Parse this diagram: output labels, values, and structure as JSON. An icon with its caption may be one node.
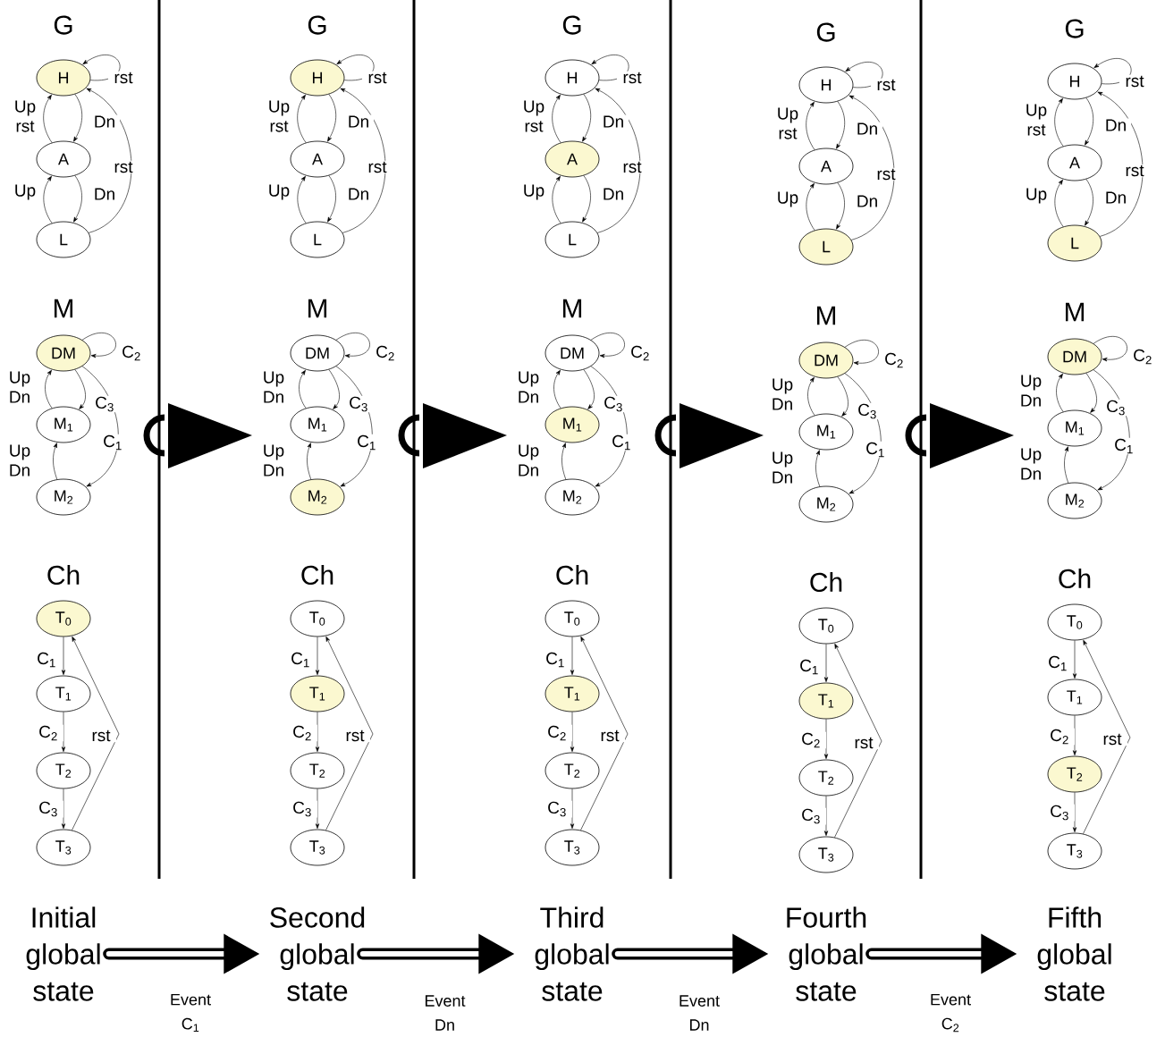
{
  "diagram": {
    "nodes": [
      {
        "text": [
          "H"
        ]
      },
      {
        "text": [
          "A"
        ]
      },
      {
        "text": [
          "L"
        ]
      },
      {
        "text": [
          "DM"
        ]
      },
      {
        "text": [
          "M$_{1}$"
        ]
      },
      {
        "text": [
          "M$_{2}$"
        ]
      },
      {
        "text": [
          "T$_{0}$"
        ]
      },
      {
        "text": [
          "T$_{1}$"
        ]
      },
      {
        "text": [
          "T$_{2}$"
        ]
      },
      {
        "text": [
          "T$_{3}$"
        ]
      },
      {
        "text": [
          "H"
        ]
      },
      {
        "text": [
          "A"
        ]
      },
      {
        "text": [
          "L"
        ]
      },
      {
        "text": [
          "DM"
        ]
      },
      {
        "text": [
          "M$_{1}$"
        ]
      },
      {
        "text": [
          "M$_{2}$"
        ]
      },
      {
        "text": [
          "T$_{0}$"
        ]
      },
      {
        "text": [
          "T$_{1}$"
        ]
      },
      {
        "text": [
          "T$_{2}$"
        ]
      },
      {
        "text": [
          "T$_{3}$"
        ]
      },
      {
        "text": [
          "H"
        ]
      },
      {
        "text": [
          "A"
        ]
      },
      {
        "text": [
          "L"
        ]
      },
      {
        "text": [
          "DM"
        ]
      },
      {
        "text": [
          "M$_{1}$"
        ]
      },
      {
        "text": [
          "M$_{2}$"
        ]
      },
      {
        "text": [
          "T$_{0}$"
        ]
      },
      {
        "text": [
          "T$_{1}$"
        ]
      },
      {
        "text": [
          "T$_{2}$"
        ]
      },
      {
        "text": [
          "T$_{3}$"
        ]
      },
      {
        "text": [
          "H"
        ]
      },
      {
        "text": [
          "A"
        ]
      },
      {
        "text": [
          "L"
        ]
      },
      {
        "text": [
          "DM"
        ]
      },
      {
        "text": [
          "M$_{1}$"
        ]
      },
      {
        "text": [
          "M$_{2}$"
        ]
      },
      {
        "text": [
          "T$_{0}$"
        ]
      },
      {
        "text": [
          "T$_{1}$"
        ]
      },
      {
        "text": [
          "T$_{2}$"
        ]
      },
      {
        "text": [
          "T$_{3}$"
        ]
      },
      {
        "text": [
          "H"
        ]
      },
      {
        "text": [
          "A"
        ]
      },
      {
        "text": [
          "L"
        ]
      },
      {
        "text": [
          "DM"
        ]
      },
      {
        "text": [
          "M$_{1}$"
        ]
      },
      {
        "text": [
          "M$_{2}$"
        ]
      },
      {
        "text": [
          "T$_{0}$"
        ]
      },
      {
        "text": [
          "T$_{1}$"
        ]
      },
      {
        "text": [
          "T$_{2}$"
        ]
      },
      {
        "text": [
          "T$_{3}$"
        ]
      },
      {
        "text": [
          "Initial global state"
        ]
      },
      {
        "text": [
          "Second global state"
        ]
      },
      {
        "text": [
          "Third global state"
        ]
      },
      {
        "text": [
          "Fourth global state"
        ]
      },
      {
        "text": [
          "Fifth global state"
        ]
      }
    ],
    "edges": [
      {
        "from": 0,
        "to": 0,
        "arrow": "to",
        "label": "rst"
      },
      {
        "from": 1,
        "to": 0,
        "arrow": "to",
        "label": "Up rst"
      },
      {
        "from": 0,
        "to": 1,
        "arrow": "to",
        "label": "Dn"
      },
      {
        "from": 2,
        "to": 1,
        "arrow": "to",
        "label": "Up"
      },
      {
        "from": 1,
        "to": 2,
        "arrow": "to",
        "label": "Dn"
      },
      {
        "from": 2,
        "to": 0,
        "arrow": "to",
        "label": "rst"
      },
      {
        "from": 3,
        "to": 3,
        "arrow": "to",
        "label": "C$_{2}$"
      },
      {
        "from": 4,
        "to": 3,
        "arrow": "to",
        "label": "Up Dn"
      },
      {
        "from": 3,
        "to": 4,
        "arrow": "to",
        "label": "C$_{3}$"
      },
      {
        "from": 5,
        "to": 4,
        "arrow": "to",
        "label": "Up Dn"
      },
      {
        "from": 3,
        "to": 5,
        "arrow": "to",
        "label": "C$_{1}$"
      },
      {
        "from": 6,
        "to": 7,
        "arrow": "to",
        "label": "C$_{1}$"
      },
      {
        "from": 7,
        "to": 8,
        "arrow": "to",
        "label": "C$_{2}$"
      },
      {
        "from": 8,
        "to": 9,
        "arrow": "to",
        "label": "C$_{3}$"
      },
      {
        "from": 9,
        "to": 6,
        "arrow": "to",
        "label": "rst"
      },
      {
        "from": 10,
        "to": 10,
        "arrow": "to",
        "label": "rst"
      },
      {
        "from": 11,
        "to": 10,
        "arrow": "to",
        "label": "Up rst"
      },
      {
        "from": 10,
        "to": 11,
        "arrow": "to",
        "label": "Dn"
      },
      {
        "from": 12,
        "to": 11,
        "arrow": "to",
        "label": "Up"
      },
      {
        "from": 11,
        "to": 12,
        "arrow": "to",
        "label": "Dn"
      },
      {
        "from": 12,
        "to": 10,
        "arrow": "to",
        "label": "rst"
      },
      {
        "from": 13,
        "to": 13,
        "arrow": "to",
        "label": "C$_{2}$"
      },
      {
        "from": 14,
        "to": 13,
        "arrow": "to",
        "label": "Up Dn"
      },
      {
        "from": 13,
        "to": 14,
        "arrow": "to",
        "label": "C$_{3}$"
      },
      {
        "from": 15,
        "to": 14,
        "arrow": "to",
        "label": "Up Dn"
      },
      {
        "from": 13,
        "to": 15,
        "arrow": "to",
        "label": "C$_{1}$"
      },
      {
        "from": 16,
        "to": 17,
        "arrow": "to",
        "label": "C$_{1}$"
      },
      {
        "from": 17,
        "to": 18,
        "arrow": "to",
        "label": "C$_{2}$"
      },
      {
        "from": 18,
        "to": 19,
        "arrow": "to",
        "label": "C$_{3}$"
      },
      {
        "from": 19,
        "to": 16,
        "arrow": "to",
        "label": "rst"
      },
      {
        "from": 20,
        "to": 20,
        "arrow": "to",
        "label": "rst"
      },
      {
        "from": 21,
        "to": 20,
        "arrow": "to",
        "label": "Up rst"
      },
      {
        "from": 20,
        "to": 21,
        "arrow": "to",
        "label": "Dn"
      },
      {
        "from": 22,
        "to": 21,
        "arrow": "to",
        "label": "Up"
      },
      {
        "from": 21,
        "to": 22,
        "arrow": "to",
        "label": "Dn"
      },
      {
        "from": 22,
        "to": 20,
        "arrow": "to",
        "label": "rst"
      },
      {
        "from": 23,
        "to": 23,
        "arrow": "to",
        "label": "C$_{2}$"
      },
      {
        "from": 24,
        "to": 23,
        "arrow": "to",
        "label": "Up Dn"
      },
      {
        "from": 23,
        "to": 24,
        "arrow": "to",
        "label": "C$_{3}$"
      },
      {
        "from": 25,
        "to": 24,
        "arrow": "to",
        "label": "Up Dn"
      },
      {
        "from": 23,
        "to": 25,
        "arrow": "to",
        "label": "C$_{1}$"
      },
      {
        "from": 26,
        "to": 27,
        "arrow": "to",
        "label": "C$_{1}$"
      },
      {
        "from": 27,
        "to": 28,
        "arrow": "to",
        "label": "C$_{2}$"
      },
      {
        "from": 28,
        "to": 29,
        "arrow": "to",
        "label": "C$_{3}$"
      },
      {
        "from": 29,
        "to": 26,
        "arrow": "to",
        "label": "rst"
      },
      {
        "from": 30,
        "to": 30,
        "arrow": "to",
        "label": "rst"
      },
      {
        "from": 31,
        "to": 30,
        "arrow": "to",
        "label": "Up rst"
      },
      {
        "from": 30,
        "to": 31,
        "arrow": "to",
        "label": "Dn"
      },
      {
        "from": 32,
        "to": 31,
        "arrow": "to",
        "label": "Up"
      },
      {
        "from": 31,
        "to": 32,
        "arrow": "to",
        "label": "Dn"
      },
      {
        "from": 32,
        "to": 30,
        "arrow": "to",
        "label": "rst"
      },
      {
        "from": 33,
        "to": 33,
        "arrow": "to",
        "label": "C$_{2}$"
      },
      {
        "from": 34,
        "to": 33,
        "arrow": "to",
        "label": "Up Dn"
      },
      {
        "from": 33,
        "to": 34,
        "arrow": "to",
        "label": "C$_{3}$"
      },
      {
        "from": 35,
        "to": 34,
        "arrow": "to",
        "label": "Up Dn"
      },
      {
        "from": 33,
        "to": 35,
        "arrow": "to",
        "label": "C$_{1}$"
      },
      {
        "from": 36,
        "to": 37,
        "arrow": "to",
        "label": "C$_{1}$"
      },
      {
        "from": 37,
        "to": 38,
        "arrow": "to",
        "label": "C$_{2}$"
      },
      {
        "from": 38,
        "to": 39,
        "arrow": "to",
        "label": "C$_{3}$"
      },
      {
        "from": 39,
        "to": 36,
        "arrow": "to",
        "label": "rst"
      },
      {
        "from": 40,
        "to": 40,
        "arrow": "to",
        "label": "rst"
      },
      {
        "from": 41,
        "to": 40,
        "arrow": "to",
        "label": "Up rst"
      },
      {
        "from": 40,
        "to": 41,
        "arrow": "to",
        "label": "Dn"
      },
      {
        "from": 42,
        "to": 41,
        "arrow": "to",
        "label": "Up"
      },
      {
        "from": 41,
        "to": 42,
        "arrow": "to",
        "label": "Dn"
      },
      {
        "from": 42,
        "to": 40,
        "arrow": "to",
        "label": "rst"
      },
      {
        "from": 43,
        "to": 43,
        "arrow": "to",
        "label": "C$_{2}$"
      },
      {
        "from": 44,
        "to": 43,
        "arrow": "to",
        "label": "Up Dn"
      },
      {
        "from": 43,
        "to": 44,
        "arrow": "to",
        "label": "C$_{3}$"
      },
      {
        "from": 45,
        "to": 44,
        "arrow": "to",
        "label": "Up Dn"
      },
      {
        "from": 43,
        "to": 45,
        "arrow": "to",
        "label": "C$_{1}$"
      },
      {
        "from": 46,
        "to": 47,
        "arrow": "to",
        "label": "C$_{1}$"
      },
      {
        "from": 47,
        "to": 48,
        "arrow": "to",
        "label": "C$_{2}$"
      },
      {
        "from": 48,
        "to": 49,
        "arrow": "to",
        "label": "C$_{3}$"
      },
      {
        "from": 49,
        "to": 46,
        "arrow": "to",
        "label": "rst"
      },
      {
        "from": 50,
        "to": 51,
        "arrow": "to",
        "label": "Event C$_{1}$",
        "style": "thick"
      },
      {
        "from": 51,
        "to": 52,
        "arrow": "to",
        "label": "Event Dn",
        "style": "thick"
      },
      {
        "from": 52,
        "to": 53,
        "arrow": "to",
        "label": "Event Dn",
        "style": "thick"
      },
      {
        "from": 53,
        "to": 54,
        "arrow": "to",
        "label": "Event C$_{2}$",
        "style": "thick"
      }
    ],
    "labels": [
      "G",
      "M",
      "Ch",
      "G",
      "M",
      "Ch",
      "G",
      "M",
      "Ch",
      "G",
      "M",
      "Ch",
      "G",
      "M",
      "Ch"
    ]
  }
}
